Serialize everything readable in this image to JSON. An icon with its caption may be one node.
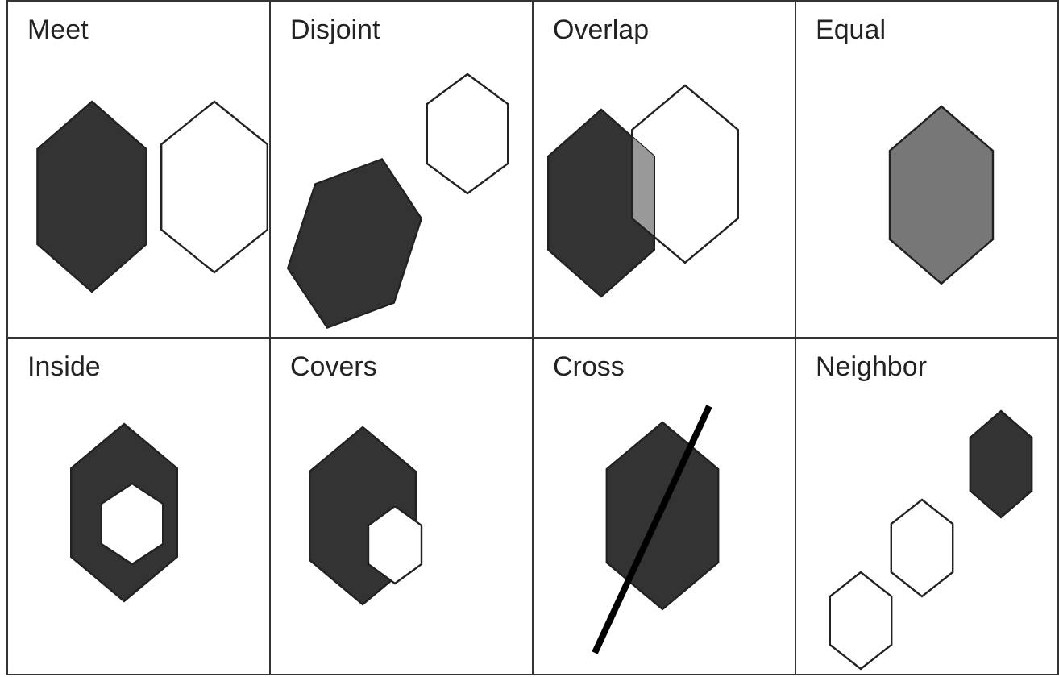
{
  "diagram": {
    "nodes": [
      {
        "text": [
          "Meet"
        ]
      },
      {
        "text": [
          "Disjoint"
        ]
      },
      {
        "text": [
          "Overlap"
        ]
      },
      {
        "text": [
          "Equal"
        ]
      },
      {
        "text": [
          "Inside"
        ]
      },
      {
        "text": [
          "Covers"
        ]
      },
      {
        "text": [
          "Cross"
        ]
      },
      {
        "text": [
          "Neighbor"
        ]
      }
    ]
  }
}
